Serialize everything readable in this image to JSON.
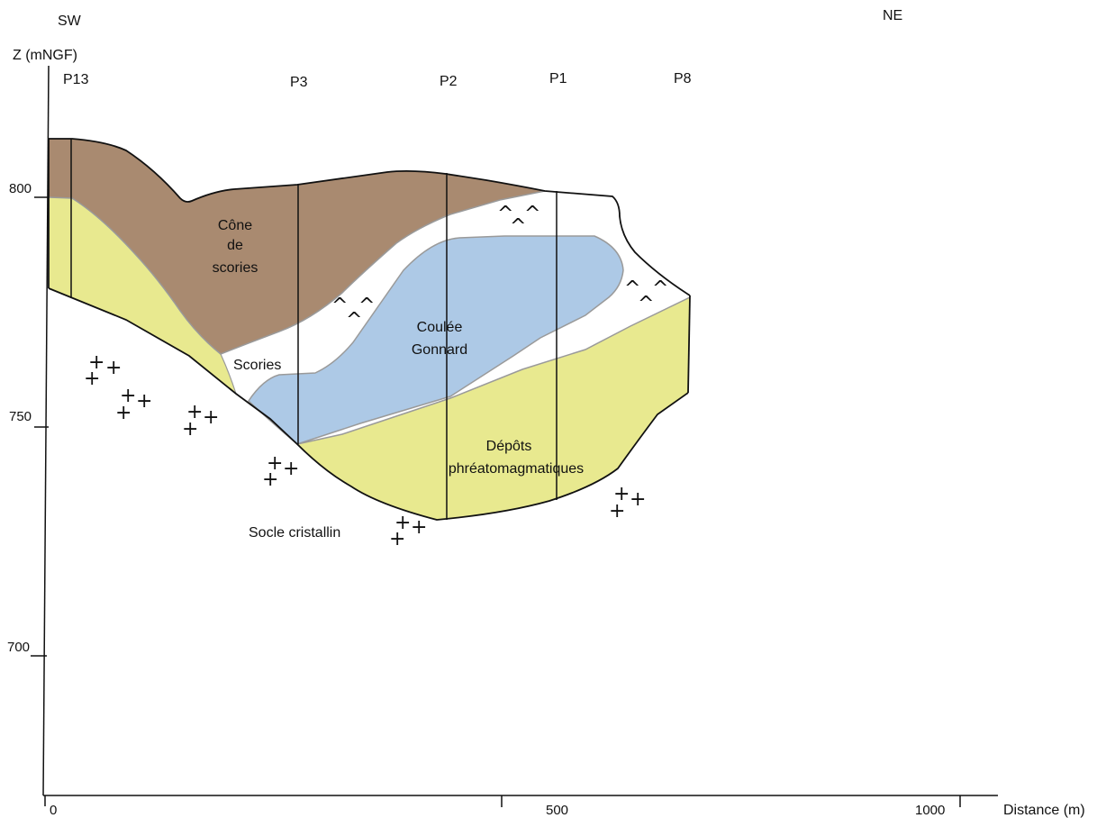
{
  "orientation": {
    "left": "SW",
    "right": "NE"
  },
  "axes": {
    "z_label": "Z (mNGF)",
    "x_label": "Distance (m)",
    "z_ticks": [
      "800",
      "750",
      "700"
    ],
    "x_ticks": [
      "0",
      "500",
      "1000"
    ]
  },
  "boreholes": [
    "P13",
    "P3",
    "P2",
    "P1",
    "P8"
  ],
  "units": {
    "cone": [
      "Cône",
      "de",
      "scories"
    ],
    "scories": "Scories",
    "coulee": [
      "Coulée",
      "Gonnard"
    ],
    "depots": [
      "Dépôts",
      "phréatomagmatiques"
    ],
    "socle": "Socle cristallin"
  },
  "symbols": {
    "caret": "^",
    "plus": "+"
  },
  "colors": {
    "cone": "#a98a70",
    "depots": "#e8e98f",
    "coulee": "#adc9e6",
    "outline": "#111111",
    "contact": "#9a9a9a"
  }
}
